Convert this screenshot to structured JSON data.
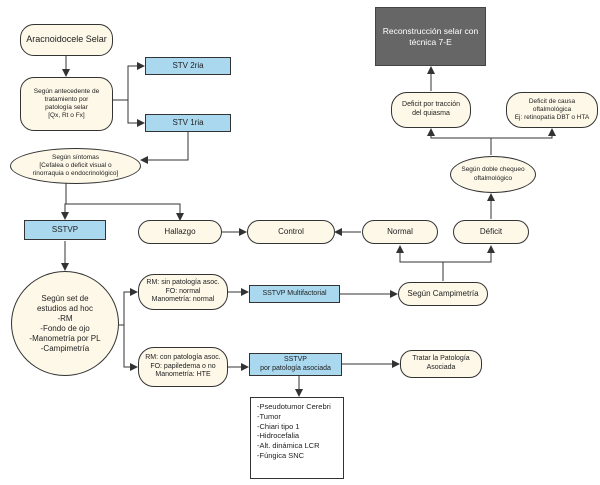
{
  "nodes": {
    "aracnoidocele": "Aracnoidocele Selar",
    "antecedente": "Según antecedente de\ntratamiento por\npatología selar\n[Qx, Rt o Fx]",
    "stv2": "STV 2ria",
    "stv1": "STV 1ria",
    "sintomas": "Según síntomas\n[Cefalea  o deficit visual o\nrinorraquia o endocrinológico]",
    "sstvp": "SSTVP",
    "hallazgo": "Hallazgo",
    "control": "Control",
    "normal": "Normal",
    "deficit": "Déficit",
    "reconstruccion": "Reconstrucción selar con\ntécnica 7-E",
    "deficit_traccion": "Deficit por tracción\ndel quiasma",
    "deficit_causa": "Deficit de causa\noftalmológica\nEj: retinopatía DBT o HTA",
    "doble_chequeo": "Según doble chequeo\noftalmológico",
    "estudios": "Según set de\nestudios ad hoc\n-RM\n-Fondo de ojo\n-Manometría por PL\n-Campimetría",
    "rm_sin": "RM: sin patología asoc.\nFO: normal\nManometría: normal",
    "sstvp_multi": "SSTVP Multifactorial",
    "campimetria": "Según Campimetría",
    "rm_con": "RM: con patología asoc.\nFO: papiledema o no\nManometría: HTE",
    "sstvp_asoc": "SSTVP\npor patología asociada",
    "tratar": "Tratar la Patología\nAsociada",
    "causas": "-Pseudotumor Cerebri\n-Tumor\n-Chiari tipo 1\n-Hidrocefalia\n-Alt. dinámica LCR\n-Fúngica SNC"
  }
}
